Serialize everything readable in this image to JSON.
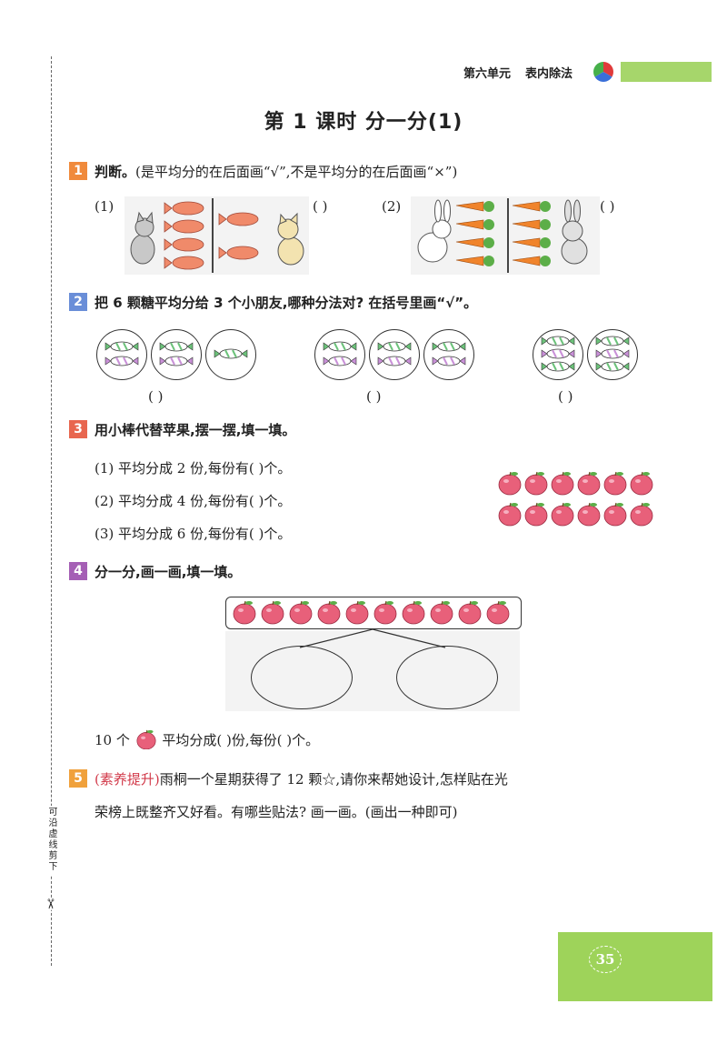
{
  "header": {
    "unit": "第六单元",
    "topic": "表内除法"
  },
  "title": "第 1 课时    分一分(1)",
  "cut_hint": "可沿虚线剪下",
  "q1": {
    "num": "1",
    "lead": "判断。",
    "instr": "(是平均分的在后面画“√”,不是平均分的在后面画“×”)",
    "l1": "(1)",
    "l2": "(2)",
    "paren": "(        )"
  },
  "q2": {
    "num": "2",
    "text": "把 6 颗糖平均分给 3 个小朋友,哪种分法对? 在括号里画“√”。",
    "paren": "(        )"
  },
  "q3": {
    "num": "3",
    "text": "用小棒代替苹果,摆一摆,填一填。",
    "items": [
      "(1) 平均分成 2 份,每份有(            )个。",
      "(2) 平均分成 4 份,每份有(            )个。",
      "(3) 平均分成 6 份,每份有(            )个。"
    ]
  },
  "q4": {
    "num": "4",
    "text": "分一分,画一画,填一填。",
    "fill_pre": "10 个",
    "fill_post": "平均分成(            )份,每份(            )个。"
  },
  "q5": {
    "num": "5",
    "tag": "(素养提升)",
    "line1": "雨桐一个星期获得了 12 颗☆,请你来帮她设计,怎样贴在光",
    "line2": "荣榜上既整齐又好看。有哪些贴法? 画一画。(画出一种即可)"
  },
  "page_number": "35",
  "colors": {
    "green": "#a6d66b",
    "q1": "#f08a3c",
    "q2": "#6a8ed8",
    "q3": "#e8664f",
    "q4": "#a55fb5",
    "q5": "#f0a13c",
    "apple": "#e8607a"
  }
}
